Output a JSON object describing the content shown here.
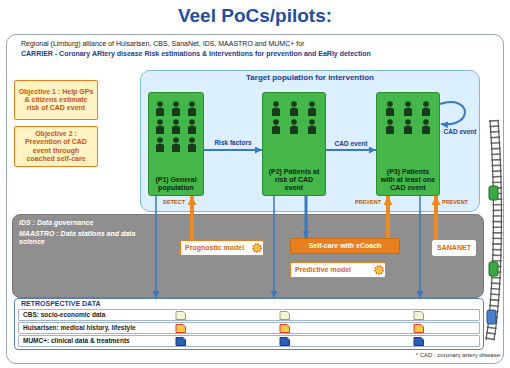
{
  "diagram": {
    "title": "Veel PoCs/pilots:",
    "nodes": [
      {
        "text": [
          "Regional (Limburg) alliance of Huisartsen, CBS, SanaNet, IDS, MAASTRO and MUMC+ for",
          "CARRIER - Coronary ARtery disease Risk estimations & Interventions for prevention and EaRly detection"
        ]
      },
      {
        "text": [
          "Objective 1 : Help GPs & citizens estimate risk of CAD event"
        ],
        "in": 0
      },
      {
        "text": [
          "Objective 2 : Prevention of CAD event through coached self-care"
        ],
        "in": 0
      },
      {
        "text": [
          "Target population for intervention"
        ],
        "in": 0
      },
      {
        "text": [
          "(P1) General population"
        ],
        "in": 3
      },
      {
        "text": [
          "(P2) Patients at risk of CAD event"
        ],
        "in": 3
      },
      {
        "text": [
          "(P3) Patients with at least one CAD event"
        ],
        "in": 3
      },
      {
        "text": [
          "IDS : Data governance",
          "MAASTRO : Data stations and data science"
        ],
        "in": 0
      },
      {
        "text": [
          "Prognostic model"
        ],
        "in": 7
      },
      {
        "text": [
          "Self-care with eCoach"
        ],
        "in": 7
      },
      {
        "text": [
          "Predictive model"
        ],
        "in": 7
      },
      {
        "text": [
          "SANANET"
        ],
        "in": 7
      },
      {
        "text": [
          "RETROSPECTIVE DATA"
        ],
        "in": 0
      },
      {
        "text": [
          "CBS: socio-economic data"
        ],
        "in": 12
      },
      {
        "text": [
          "Huisartsen: medical history, lifestyle"
        ],
        "in": 12
      },
      {
        "text": [
          "MUMC+: clinical data & treatments"
        ],
        "in": 12
      }
    ],
    "edges": [
      {
        "from": 4,
        "to": 5,
        "arrow": "to",
        "label": "Risk factors"
      },
      {
        "from": 5,
        "to": 6,
        "arrow": "to",
        "label": "CAD event"
      },
      {
        "from": 8,
        "to": 4,
        "arrow": "to",
        "label": "DETECT"
      },
      {
        "from": 9,
        "to": 6,
        "arrow": "to",
        "label": "PREVENT"
      },
      {
        "from": 11,
        "to": 6,
        "arrow": "to",
        "label": "PREVENT"
      },
      {
        "from": 5,
        "to": 9,
        "arrow": "to"
      },
      {
        "from": 4,
        "to": 12,
        "arrow": "to"
      },
      {
        "from": 5,
        "to": 12,
        "arrow": "to"
      },
      {
        "from": 6,
        "to": 12,
        "arrow": "to"
      }
    ],
    "labels": [
      "CAD event",
      "* CAD : coronary artery disease"
    ]
  }
}
